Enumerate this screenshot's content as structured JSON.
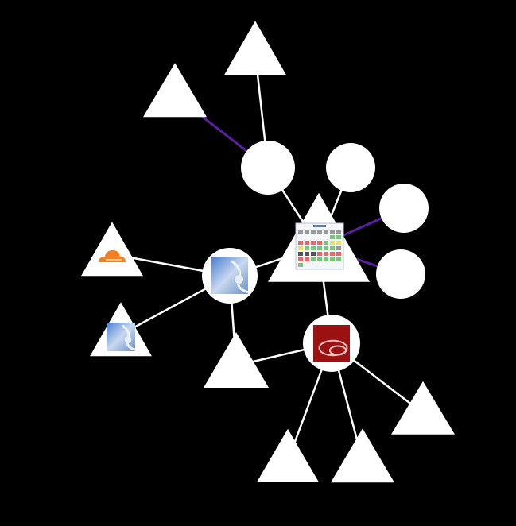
{
  "colors": {
    "background": "#000000",
    "node": "#ffffff",
    "edge": "#ffffff",
    "edge_highlight": "#5b1fa0"
  },
  "nodes": [
    {
      "id": "tri-top",
      "shape": "triangle",
      "icon": null
    },
    {
      "id": "tri-upper-left",
      "shape": "triangle",
      "icon": null
    },
    {
      "id": "circle-hub-top",
      "shape": "circle",
      "icon": null
    },
    {
      "id": "circle-right-1",
      "shape": "circle",
      "icon": null
    },
    {
      "id": "circle-right-2",
      "shape": "circle",
      "icon": null
    },
    {
      "id": "circle-right-3",
      "shape": "circle",
      "icon": null
    },
    {
      "id": "tri-central",
      "shape": "triangle",
      "icon": "calendar-icon"
    },
    {
      "id": "circle-globe",
      "shape": "circle",
      "icon": "globe-icon"
    },
    {
      "id": "tri-cloudflare",
      "shape": "triangle",
      "icon": "cloud-icon"
    },
    {
      "id": "tri-globe",
      "shape": "triangle",
      "icon": "globe-icon"
    },
    {
      "id": "tri-bottom-mid",
      "shape": "triangle",
      "icon": null
    },
    {
      "id": "circle-red",
      "shape": "circle",
      "icon": "red-swirl-icon"
    },
    {
      "id": "tri-bottom-right",
      "shape": "triangle",
      "icon": null
    },
    {
      "id": "tri-bottom-1",
      "shape": "triangle",
      "icon": null
    },
    {
      "id": "tri-bottom-2",
      "shape": "triangle",
      "icon": null
    }
  ],
  "edges": [
    {
      "from": "tri-top",
      "to": "circle-hub-top",
      "highlight": false
    },
    {
      "from": "tri-upper-left",
      "to": "circle-hub-top",
      "highlight": true
    },
    {
      "from": "circle-hub-top",
      "to": "tri-central",
      "highlight": false
    },
    {
      "from": "circle-right-1",
      "to": "tri-central",
      "highlight": false
    },
    {
      "from": "circle-right-2",
      "to": "tri-central",
      "highlight": true
    },
    {
      "from": "circle-right-3",
      "to": "tri-central",
      "highlight": true
    },
    {
      "from": "tri-central",
      "to": "circle-globe",
      "highlight": false
    },
    {
      "from": "tri-central",
      "to": "circle-red",
      "highlight": false
    },
    {
      "from": "circle-globe",
      "to": "tri-cloudflare",
      "highlight": false
    },
    {
      "from": "circle-globe",
      "to": "tri-globe",
      "highlight": false
    },
    {
      "from": "circle-globe",
      "to": "tri-bottom-mid",
      "highlight": false
    },
    {
      "from": "tri-bottom-mid",
      "to": "circle-red",
      "highlight": false
    },
    {
      "from": "circle-red",
      "to": "tri-bottom-right",
      "highlight": false
    },
    {
      "from": "circle-red",
      "to": "tri-bottom-1",
      "highlight": false
    },
    {
      "from": "circle-red",
      "to": "tri-bottom-2",
      "highlight": false
    }
  ]
}
